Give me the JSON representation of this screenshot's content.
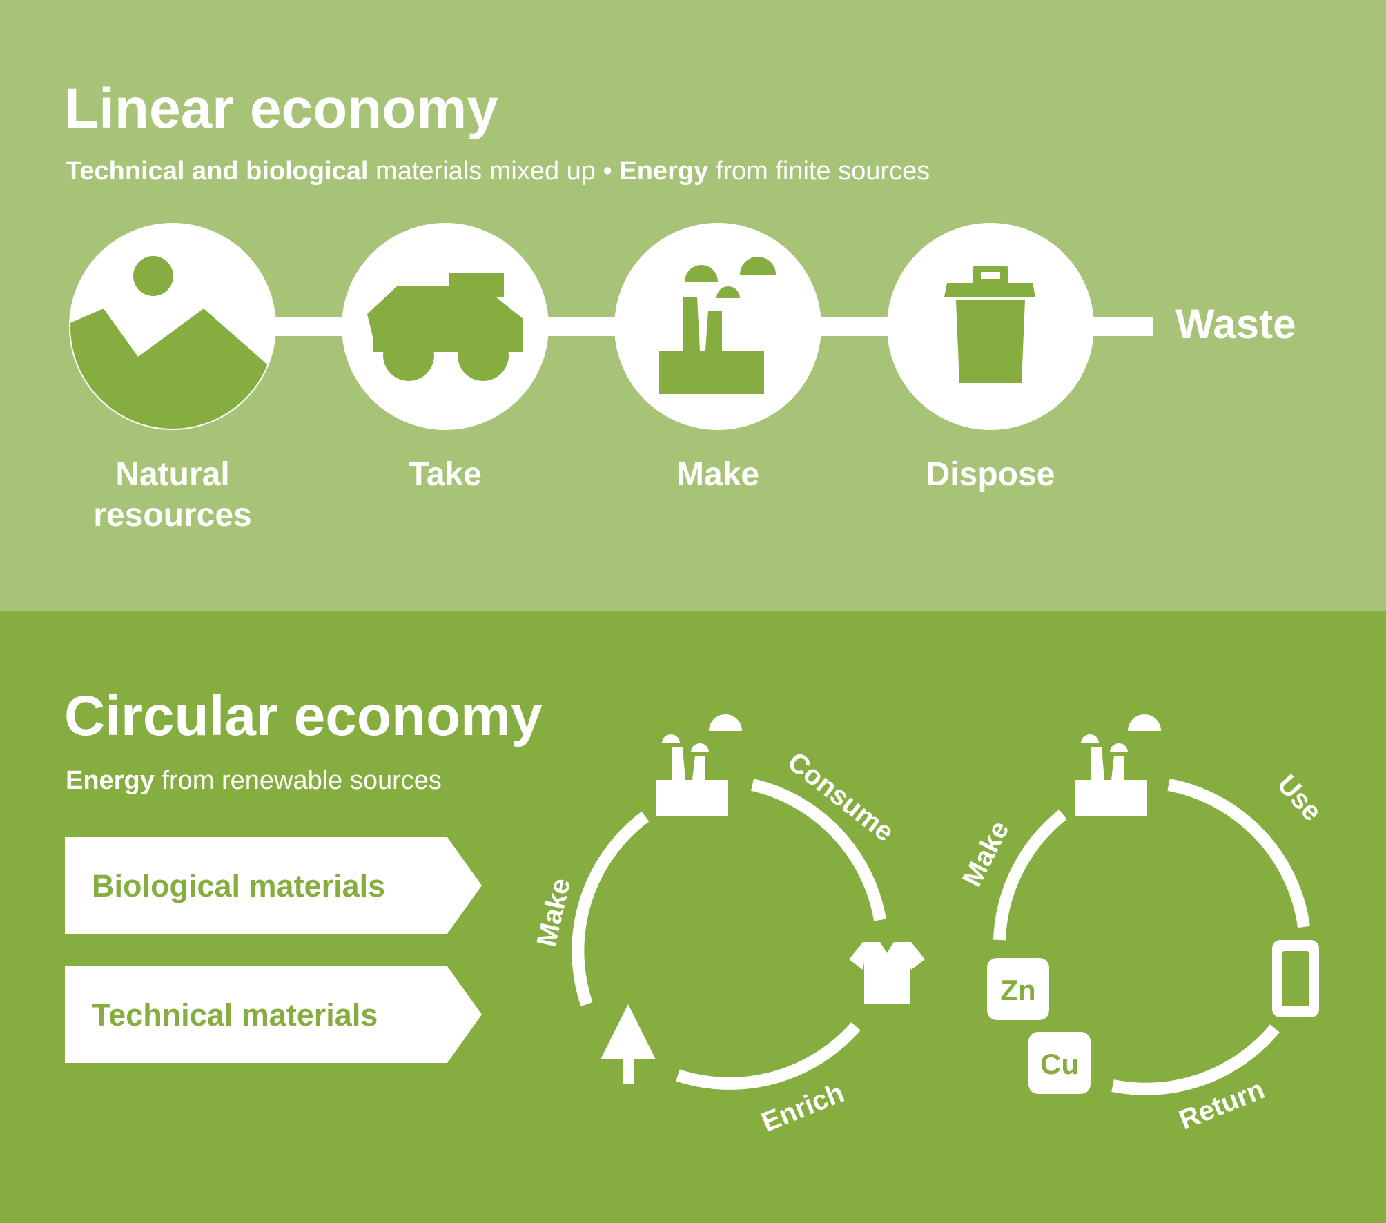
{
  "colors": {
    "top_panel": "#a7c377",
    "bottom_panel": "#85ad40",
    "white": "#ffffff"
  },
  "linear": {
    "title": "Linear economy",
    "subtitle": {
      "bold1": "Technical and biological",
      "text1": " materials mixed up • ",
      "bold2": "Energy",
      "text2": " from finite sources"
    },
    "steps": [
      {
        "icon": "landscape-icon",
        "label_line1": "Natural",
        "label_line2": "resources"
      },
      {
        "icon": "dump-truck-icon",
        "label_line1": "Take"
      },
      {
        "icon": "factory-icon",
        "label_line1": "Make"
      },
      {
        "icon": "trash-bin-icon",
        "label_line1": "Dispose"
      }
    ],
    "end_label": "Waste"
  },
  "circular": {
    "title": "Circular economy",
    "subtitle": {
      "bold": "Energy",
      "text": " from renewable sources"
    },
    "tags": [
      "Biological materials",
      "Technical materials"
    ],
    "bio_cycle": {
      "make": "Make",
      "consume": "Consume",
      "enrich": "Enrich"
    },
    "tech_cycle": {
      "make": "Make",
      "use": "Use",
      "return": "Return",
      "elements": [
        "Zn",
        "Cu"
      ]
    }
  }
}
